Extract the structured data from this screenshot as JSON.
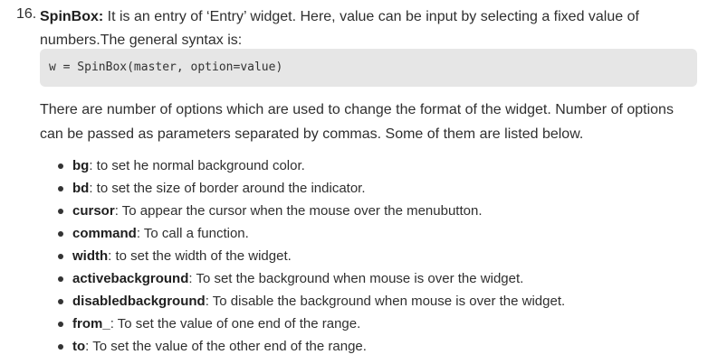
{
  "item": {
    "number": "16.",
    "title": "SpinBox:",
    "description": " It is an entry of ‘Entry’ widget. Here, value can be input by selecting a fixed value of numbers.The general syntax is:"
  },
  "code": {
    "text": "w = SpinBox(master, option=value)"
  },
  "paragraph": {
    "text": "There are number of options which are used to change the format of the widget. Number of options can be passed as parameters separated by commas. Some of them are listed below."
  },
  "options": [
    {
      "term": "bg",
      "desc": ": to set he normal background color."
    },
    {
      "term": "bd",
      "desc": ": to set the size of border around the indicator."
    },
    {
      "term": "cursor",
      "desc": ": To appear the cursor when the mouse over the menubutton."
    },
    {
      "term": "command",
      "desc": ": To call a function."
    },
    {
      "term": "width",
      "desc": ": to set the width of the widget."
    },
    {
      "term": "activebackground",
      "desc": ": To set the background when mouse is over the widget."
    },
    {
      "term": "disabledbackground",
      "desc": ": To disable the background when mouse is over the widget."
    },
    {
      "term": "from_",
      "desc": ": To set the value of one end of the range."
    },
    {
      "term": "to",
      "desc": ": To set the value of the other end of the range."
    }
  ]
}
